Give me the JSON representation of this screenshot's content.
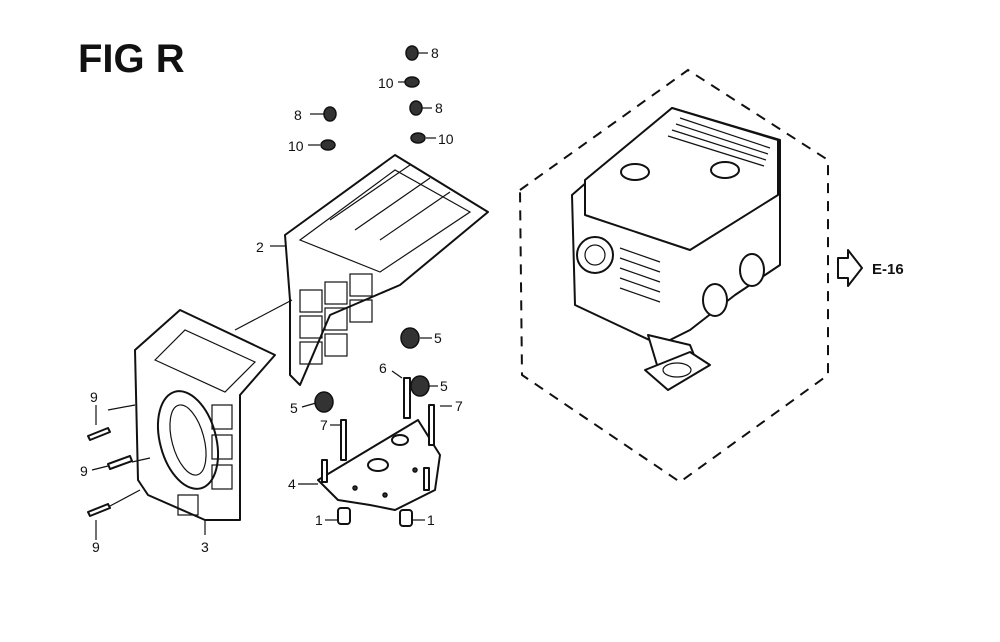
{
  "figure": {
    "title": "FIG R",
    "reference": "E-16"
  },
  "callouts": {
    "c1a": "1",
    "c1b": "1",
    "c2": "2",
    "c3": "3",
    "c4": "4",
    "c5a": "5",
    "c5b": "5",
    "c5c": "5",
    "c6": "6",
    "c7a": "7",
    "c7b": "7",
    "c8a": "8",
    "c8b": "8",
    "c8c": "8",
    "c9a": "9",
    "c9b": "9",
    "c9c": "9",
    "c10a": "10",
    "c10b": "10",
    "c10c": "10"
  }
}
